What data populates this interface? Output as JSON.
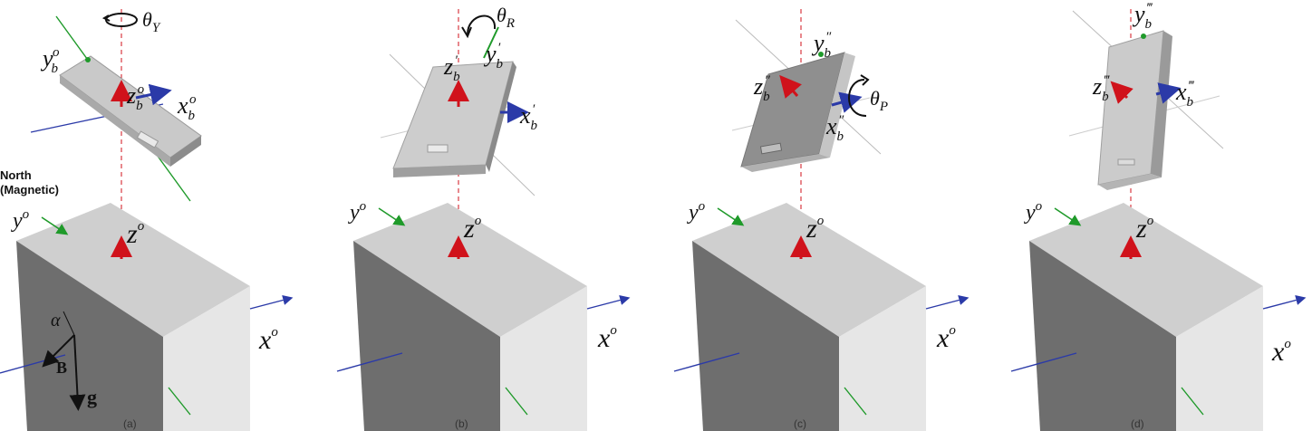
{
  "north_label": {
    "line1": "North",
    "line2": "(Magnetic)"
  },
  "vectors": {
    "alpha": "α",
    "B": "B",
    "g": "g"
  },
  "ground_labels": {
    "x": "x",
    "y": "y",
    "z": "z",
    "sup": "o"
  },
  "panels": [
    {
      "caption": "(a)",
      "body_prime": "o",
      "rotation": {
        "symbol": "θ",
        "sub": "Y"
      }
    },
    {
      "caption": "(b)",
      "body_prime": "′",
      "rotation": {
        "symbol": "θ",
        "sub": "R"
      }
    },
    {
      "caption": "(c)",
      "body_prime": "″",
      "rotation": {
        "symbol": "θ",
        "sub": "P"
      }
    },
    {
      "caption": "(d)",
      "body_prime": "‴",
      "rotation": null
    }
  ],
  "body_labels": {
    "x": "x",
    "y": "y",
    "z": "z",
    "sub": "b"
  },
  "colors": {
    "x_axis": "#2b3aa8",
    "y_axis": "#1f9a2a",
    "z_axis": "#d0121b",
    "cube_top": "#cfcfcf",
    "cube_left": "#6e6e6e",
    "cube_front": "#e6e6e6",
    "phone": "#c9c9c9"
  }
}
